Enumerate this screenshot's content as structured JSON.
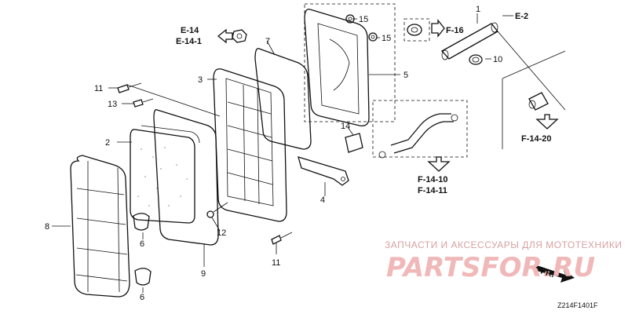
{
  "diagram": {
    "part_labels": {
      "p1": "1",
      "p2": "2",
      "p3": "3",
      "p4": "4",
      "p5": "5",
      "p6a": "6",
      "p6b": "6",
      "p7": "7",
      "p8": "8",
      "p9": "9",
      "p10": "10",
      "p11a": "11",
      "p11b": "11",
      "p12": "12",
      "p13": "13",
      "p14": "14",
      "p15a": "15",
      "p15b": "15"
    },
    "references": {
      "e14": "E-14",
      "e14_1": "E-14-1",
      "f16": "F-16",
      "e2": "E-2",
      "f14_20": "F-14-20",
      "f14_10": "F-14-10",
      "f14_11": "F-14-11"
    },
    "watermark": {
      "text": "ЗАПЧАСТИ И АКСЕССУАРЫ ДЛЯ МОТОТЕХНИКИ",
      "logo": "PARTSFOR.RU"
    },
    "front_arrow_label": "FR.",
    "figure_code": "Z214F1401F"
  }
}
